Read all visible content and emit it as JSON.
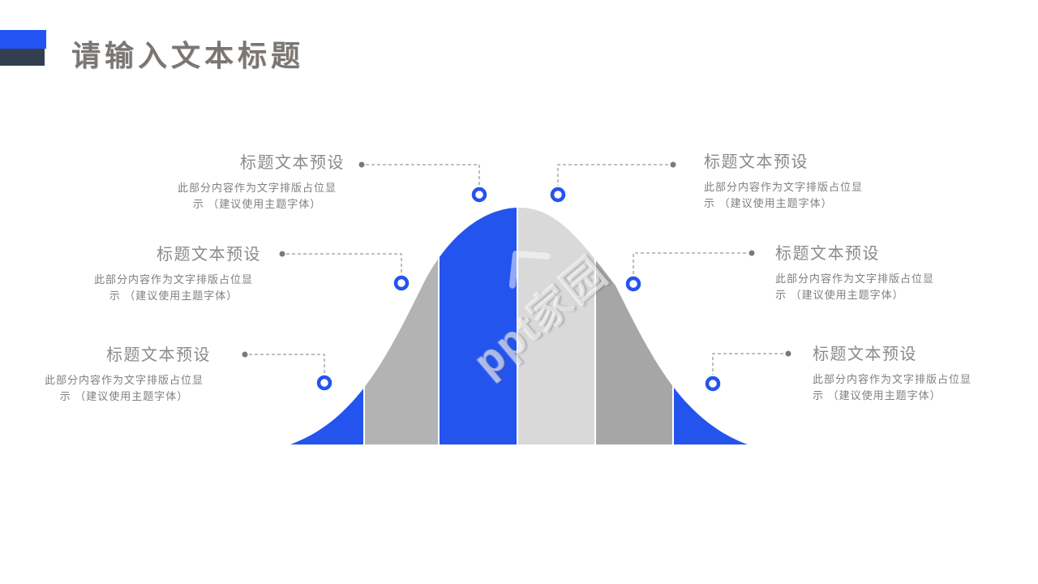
{
  "slide_title": {
    "text": "请输入文本标题"
  },
  "watermark": {
    "text": "ppt家园"
  },
  "colors": {
    "accent-blue": "#2454ee",
    "header-bar-blue": "#2254f4",
    "header-bar-dark": "#333f50",
    "leader-gray": "#9b9b9b",
    "dot-gray": "#7a7a7a",
    "title-gray": "#8a8a8a",
    "body-gray": "#7f7f7f",
    "slide-title-gray": "#7b7672"
  },
  "diagram": {
    "type": "segmented-bell-curve",
    "segments": [
      {
        "index": 1,
        "fill": "#2454ee"
      },
      {
        "index": 2,
        "fill": "#b3b3b3"
      },
      {
        "index": 3,
        "fill": "#2454ee"
      },
      {
        "index": 4,
        "fill": "#d9d9d9"
      },
      {
        "index": 5,
        "fill": "#a6a6a6"
      },
      {
        "index": 6,
        "fill": "#2454ee"
      }
    ]
  },
  "callouts": [
    {
      "position": "top-left",
      "title": "标题文本预设",
      "body_lines": [
        "此部分内容作为文字排版占位显",
        "示 （建议使用主题字体）"
      ]
    },
    {
      "position": "top-right",
      "title": "标题文本预设",
      "body_lines": [
        "此部分内容作为文字排版占位显",
        "示 （建议使用主题字体）"
      ]
    },
    {
      "position": "middle-left",
      "title": "标题文本预设",
      "body_lines": [
        "此部分内容作为文字排版占位显",
        "示 （建议使用主题字体）"
      ]
    },
    {
      "position": "middle-right",
      "title": "标题文本预设",
      "body_lines": [
        "此部分内容作为文字排版占位显",
        "示 （建议使用主题字体）"
      ]
    },
    {
      "position": "bottom-left",
      "title": "标题文本预设",
      "body_lines": [
        "此部分内容作为文字排版占位显",
        "示 （建议使用主题字体）"
      ]
    },
    {
      "position": "bottom-right",
      "title": "标题文本预设",
      "body_lines": [
        "此部分内容作为文字排版占位显",
        "示 （建议使用主题字体）"
      ]
    }
  ]
}
